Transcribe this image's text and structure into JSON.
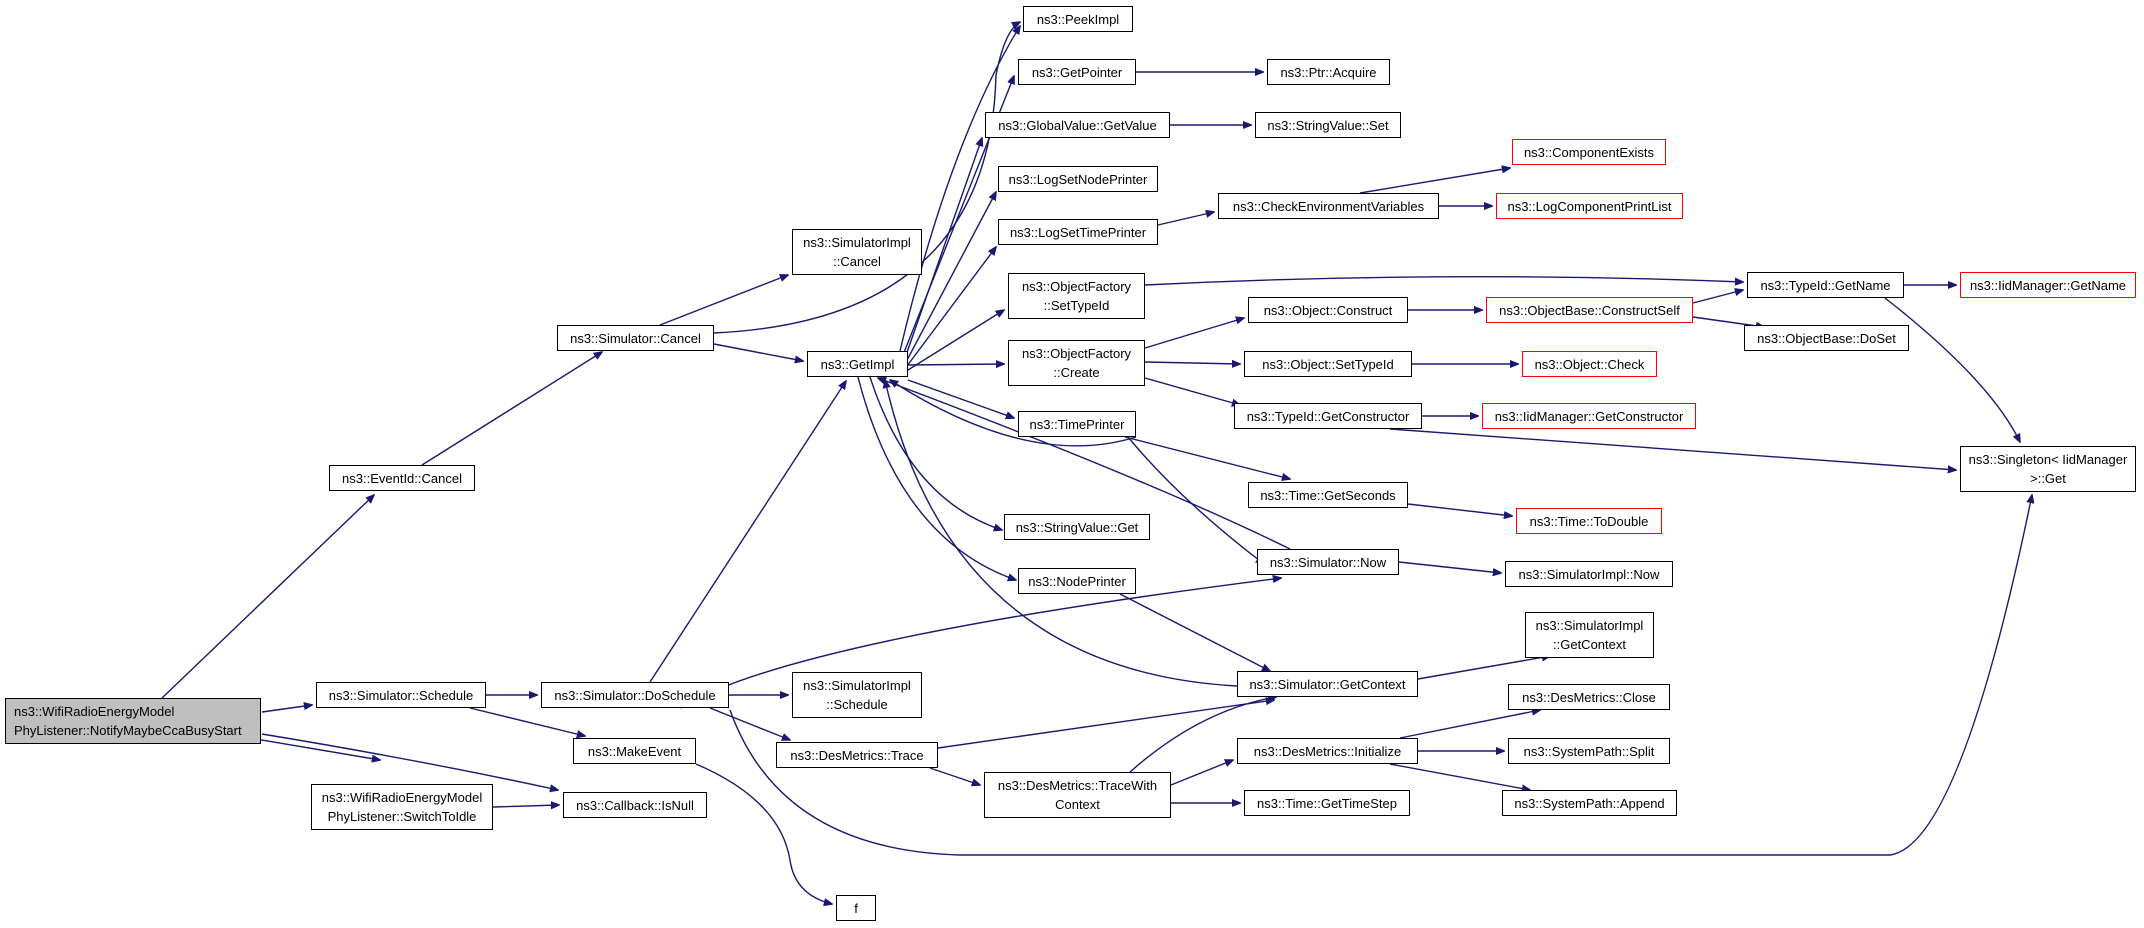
{
  "colors": {
    "edge": "#191970",
    "node_border": "#000000",
    "truncated_border": "#ff0000",
    "root_fill": "#bfbfbf"
  },
  "nodes": {
    "root": [
      "ns3::WifiRadioEnergyModel",
      "PhyListener::NotifyMaybeCcaBusyStart"
    ],
    "eventid_cancel": [
      "ns3::EventId::Cancel"
    ],
    "simulator_schedule": [
      "ns3::Simulator::Schedule"
    ],
    "switch_to_idle": [
      "ns3::WifiRadioEnergyModel",
      "PhyListener::SwitchToIdle"
    ],
    "simulator_cancel": [
      "ns3::Simulator::Cancel"
    ],
    "simulator_doschedule": [
      "ns3::Simulator::DoSchedule"
    ],
    "makeevent": [
      "ns3::MakeEvent"
    ],
    "callback_isnull": [
      "ns3::Callback::IsNull"
    ],
    "simimpl_cancel": [
      "ns3::SimulatorImpl",
      "::Cancel"
    ],
    "simimpl_schedule": [
      "ns3::SimulatorImpl",
      "::Schedule"
    ],
    "desmetrics_trace": [
      "ns3::DesMetrics::Trace"
    ],
    "f": [
      "f"
    ],
    "getimpl": [
      "ns3::GetImpl"
    ],
    "peekimpl": [
      "ns3::PeekImpl"
    ],
    "getpointer": [
      "ns3::GetPointer"
    ],
    "globalvalue_getvalue": [
      "ns3::GlobalValue::GetValue"
    ],
    "logsetnodeprinter": [
      "ns3::LogSetNodePrinter"
    ],
    "logsettimeprinter": [
      "ns3::LogSetTimePrinter"
    ],
    "objfactory_settypeid": [
      "ns3::ObjectFactory",
      "::SetTypeId"
    ],
    "objfactory_create": [
      "ns3::ObjectFactory",
      "::Create"
    ],
    "timeprinter": [
      "ns3::TimePrinter"
    ],
    "stringvalue_get": [
      "ns3::StringValue::Get"
    ],
    "nodeprinter": [
      "ns3::NodePrinter"
    ],
    "desmetrics_tracewithcontext": [
      "ns3::DesMetrics::TraceWith",
      "Context"
    ],
    "ptr_acquire": [
      "ns3::Ptr::Acquire"
    ],
    "stringvalue_set": [
      "ns3::StringValue::Set"
    ],
    "checkenvvars": [
      "ns3::CheckEnvironmentVariables"
    ],
    "object_construct": [
      "ns3::Object::Construct"
    ],
    "object_settypeid": [
      "ns3::Object::SetTypeId"
    ],
    "typeid_getconstructor": [
      "ns3::TypeId::GetConstructor"
    ],
    "time_getseconds": [
      "ns3::Time::GetSeconds"
    ],
    "simulator_now": [
      "ns3::Simulator::Now"
    ],
    "simulator_getcontext": [
      "ns3::Simulator::GetContext"
    ],
    "desmetrics_initialize": [
      "ns3::DesMetrics::Initialize"
    ],
    "time_gettimestep": [
      "ns3::Time::GetTimeStep"
    ],
    "componentexists": [
      "ns3::ComponentExists"
    ],
    "logcomponentprintlist": [
      "ns3::LogComponentPrintList"
    ],
    "objectbase_constructself": [
      "ns3::ObjectBase::ConstructSelf"
    ],
    "object_check": [
      "ns3::Object::Check"
    ],
    "iidmanager_getconstructor": [
      "ns3::IidManager::GetConstructor"
    ],
    "time_todouble": [
      "ns3::Time::ToDouble"
    ],
    "simimpl_now": [
      "ns3::SimulatorImpl::Now"
    ],
    "simimpl_getcontext": [
      "ns3::SimulatorImpl",
      "::GetContext"
    ],
    "desmetrics_close": [
      "ns3::DesMetrics::Close"
    ],
    "systempath_split": [
      "ns3::SystemPath::Split"
    ],
    "systempath_append": [
      "ns3::SystemPath::Append"
    ],
    "typeid_getname": [
      "ns3::TypeId::GetName"
    ],
    "objectbase_doset": [
      "ns3::ObjectBase::DoSet"
    ],
    "iidmanager_getname": [
      "ns3::IidManager::GetName"
    ],
    "singleton_get": [
      "ns3::Singleton< IidManager",
      ">::Get"
    ]
  }
}
